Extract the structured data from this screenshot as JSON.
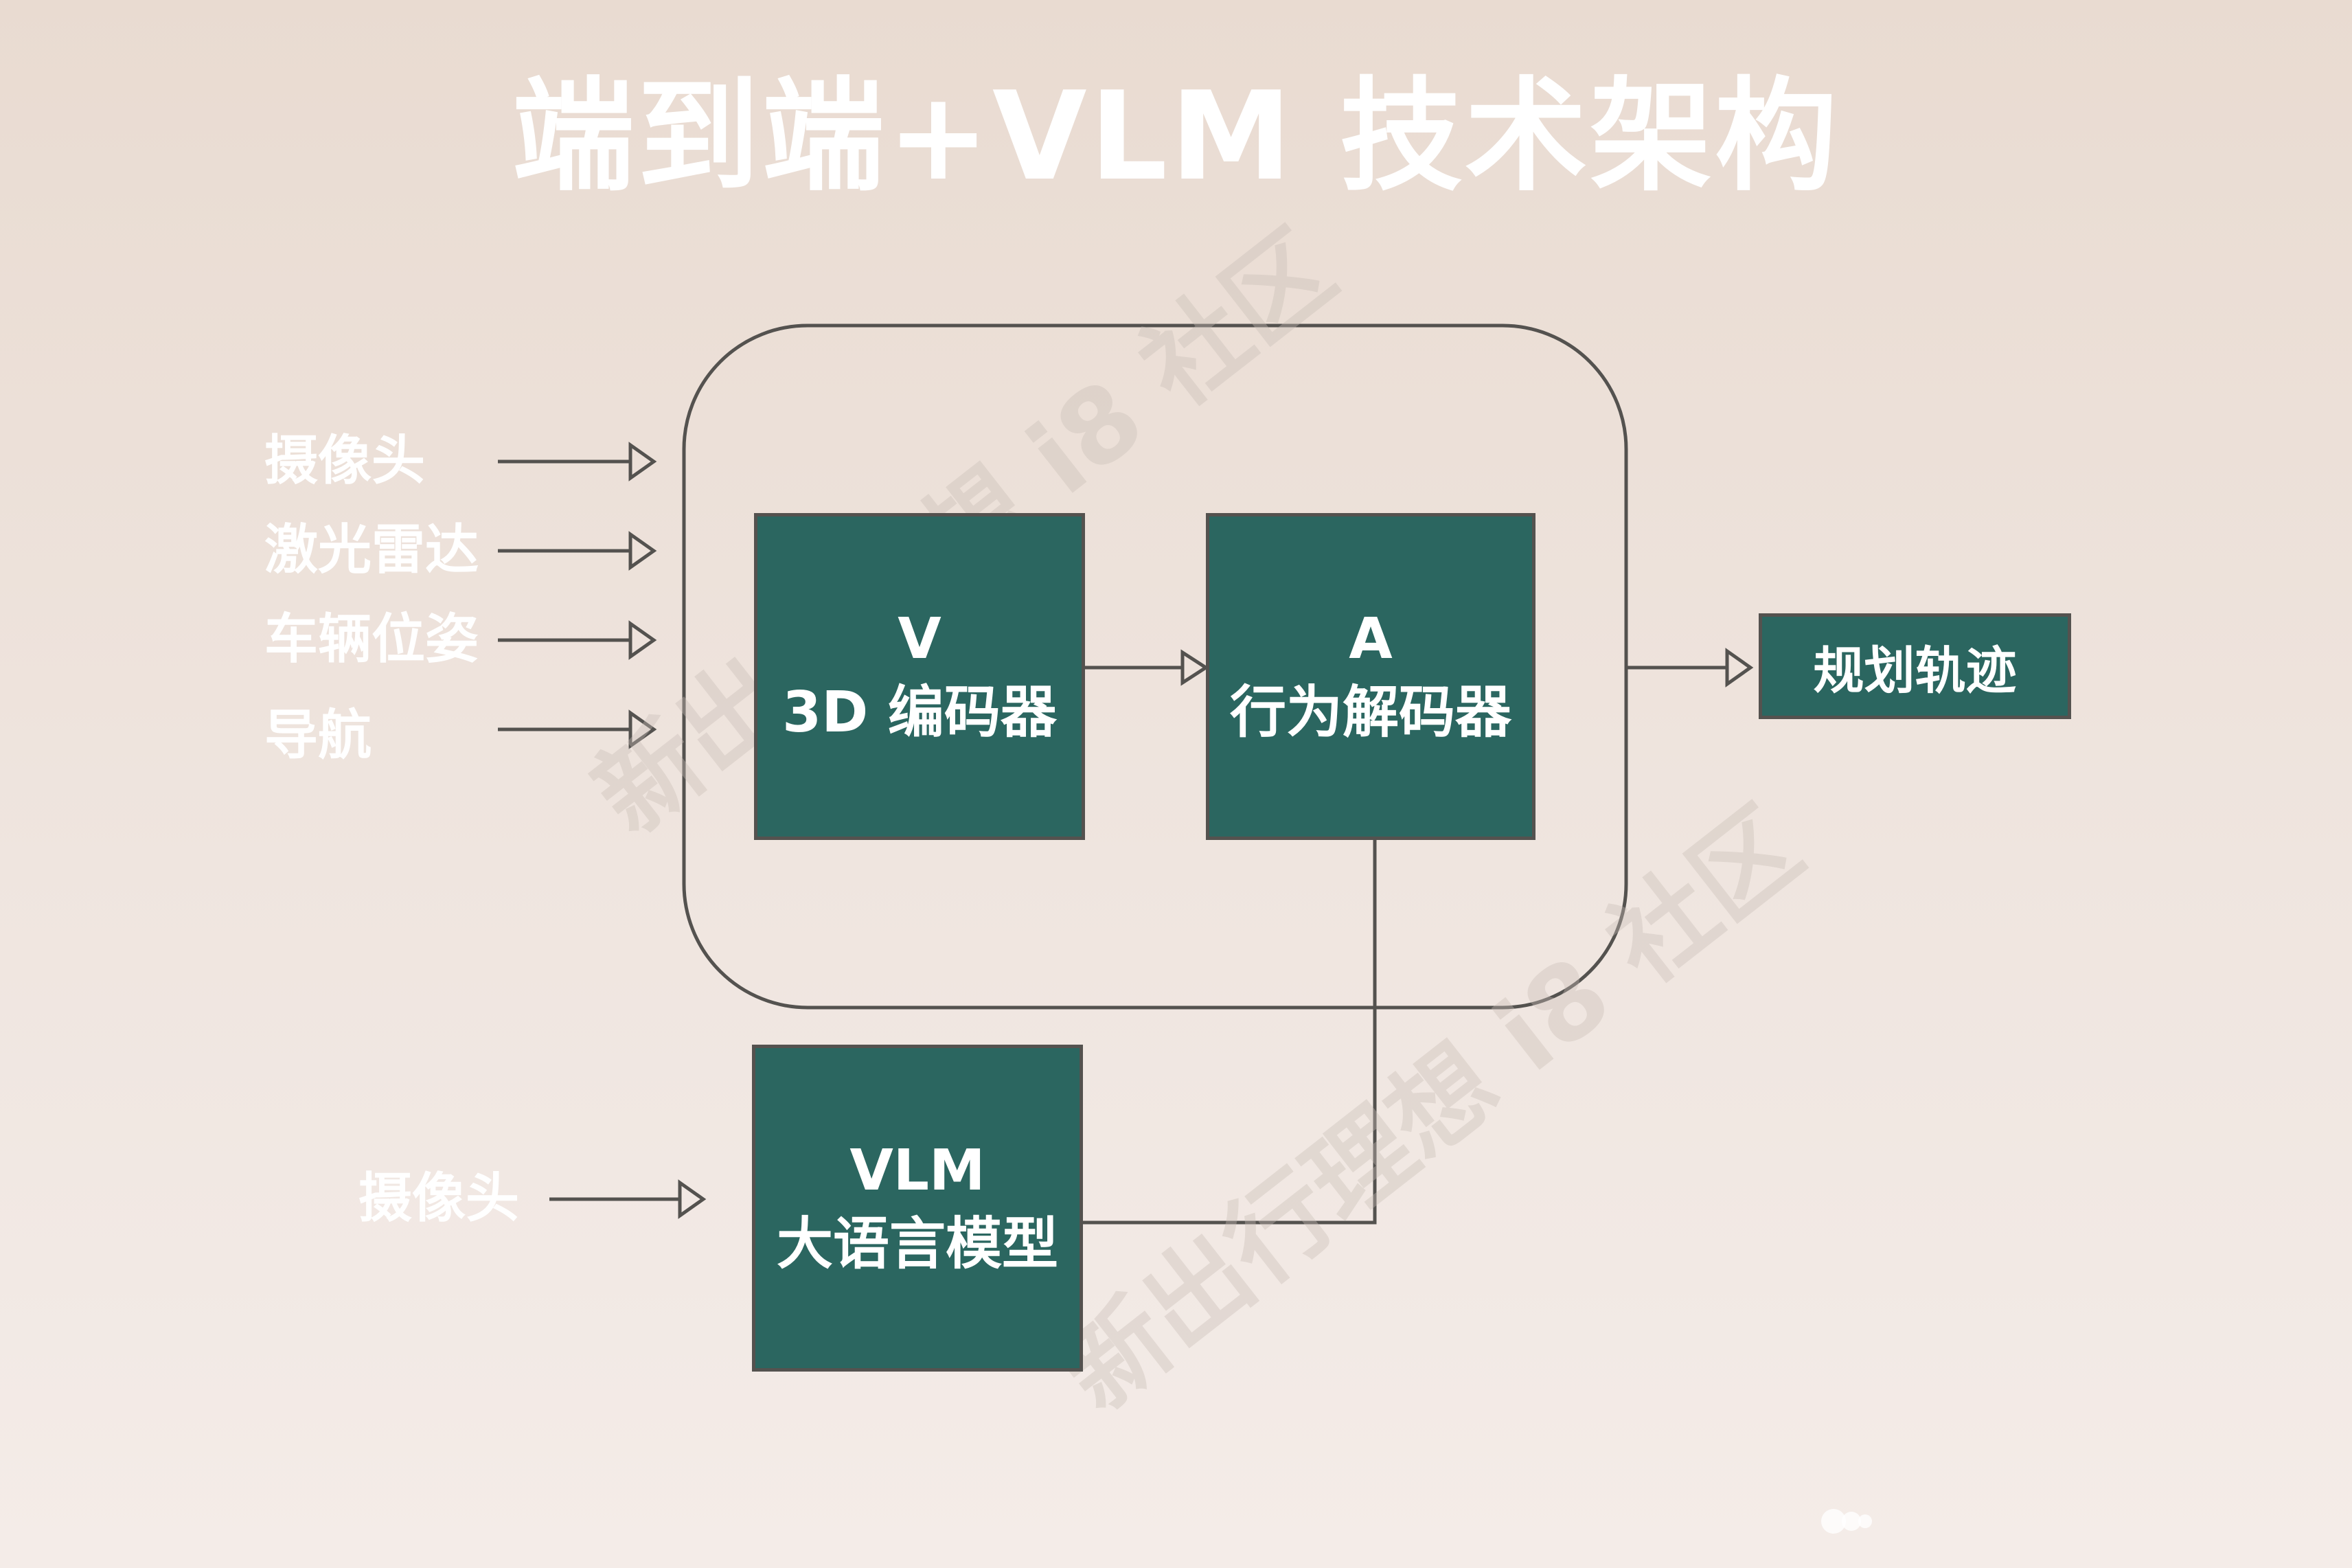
{
  "title": "端到端+VLM 技术架构",
  "inputs": [
    "摄像头",
    "激光雷达",
    "车辆位姿",
    "导航"
  ],
  "vlm_input": "摄像头",
  "encoder": {
    "line1": "V",
    "line2": "3D 编码器"
  },
  "decoder": {
    "line1": "A",
    "line2": "行为解码器"
  },
  "vlm": {
    "line1": "VLM",
    "line2": "大语言模型"
  },
  "output": "规划轨迹",
  "watermark": "新出行理想 i8 社区",
  "colors": {
    "box_fill": "#2b6660",
    "stroke": "#54524f",
    "text": "#ffffff"
  }
}
